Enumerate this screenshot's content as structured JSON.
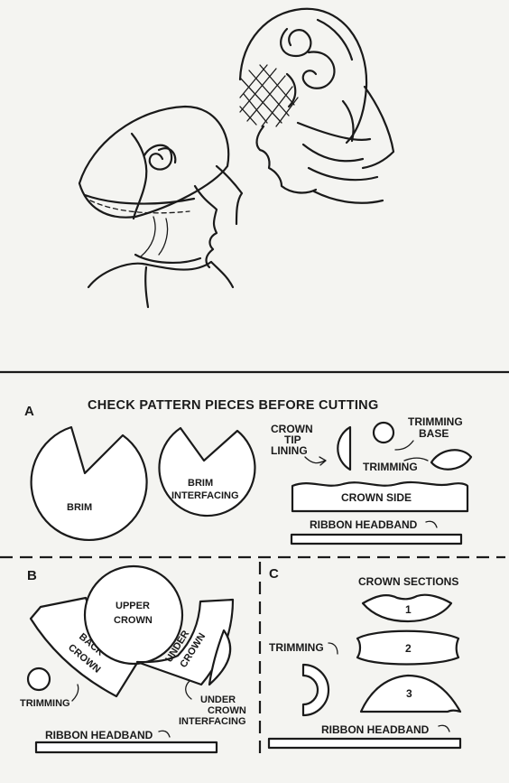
{
  "title": "CHECK PATTERN PIECES BEFORE CUTTING",
  "sections": {
    "a": {
      "label": "A",
      "brim": "BRIM",
      "brim_interfacing_1": "BRIM",
      "brim_interfacing_2": "INTERFACING",
      "crown_tip_lining_1": "CROWN",
      "crown_tip_lining_2": "TIP",
      "crown_tip_lining_3": "LINING",
      "trimming_base_1": "TRIMMING",
      "trimming_base_2": "BASE",
      "trimming": "TRIMMING",
      "crown_side": "CROWN SIDE",
      "ribbon_headband": "RIBBON HEADBAND"
    },
    "b": {
      "label": "B",
      "upper_crown_1": "UPPER",
      "upper_crown_2": "CROWN",
      "back_crown_1": "BACK",
      "back_crown_2": "CROWN",
      "under_crown_1": "UNDER",
      "under_crown_2": "CROWN",
      "under_crown_interfacing_1": "UNDER",
      "under_crown_interfacing_2": "CROWN",
      "under_crown_interfacing_3": "INTERFACING",
      "trimming": "TRIMMING",
      "ribbon_headband": "RIBBON HEADBAND"
    },
    "c": {
      "label": "C",
      "crown_sections": "CROWN SECTIONS",
      "section_1": "1",
      "section_2": "2",
      "section_3": "3",
      "trimming": "TRIMMING",
      "ribbon_headband": "RIBBON HEADBAND"
    }
  }
}
